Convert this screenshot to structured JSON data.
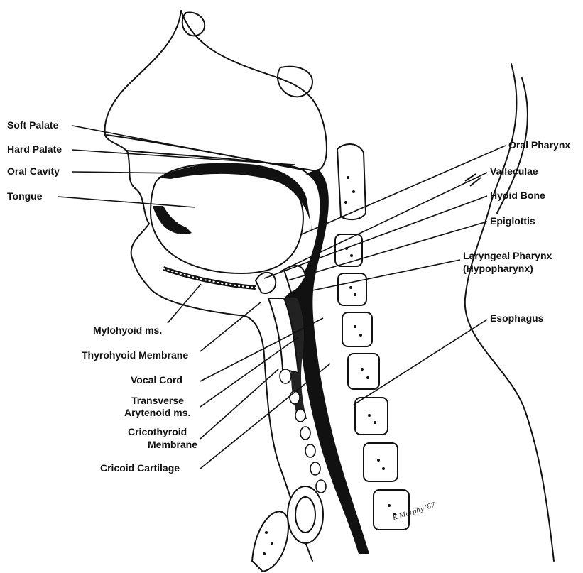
{
  "labels": {
    "soft_palate": "Soft Palate",
    "hard_palate": "Hard Palate",
    "oral_cavity": "Oral Cavity",
    "tongue": "Tongue",
    "mylohyoid": "Mylohyoid ms.",
    "thyrohyoid": "Thyrohyoid Membrane",
    "vocal_cord": "Vocal Cord",
    "transverse_1": "Transverse",
    "transverse_2": "Arytenoid ms.",
    "cricothyroid_1": "Cricothyroid",
    "cricothyroid_2": "Membrane",
    "cricoid": "Cricoid Cartilage",
    "oral_pharynx": "Oral Pharynx",
    "valleculae": "Valleculae",
    "hyoid": "Hyoid Bone",
    "epiglottis": "Epiglottis",
    "laryngeal_1": "Laryngeal Pharynx",
    "laryngeal_2": "(Hypopharynx)",
    "esophagus": "Esophagus"
  },
  "signature": "K.Murphy '87"
}
